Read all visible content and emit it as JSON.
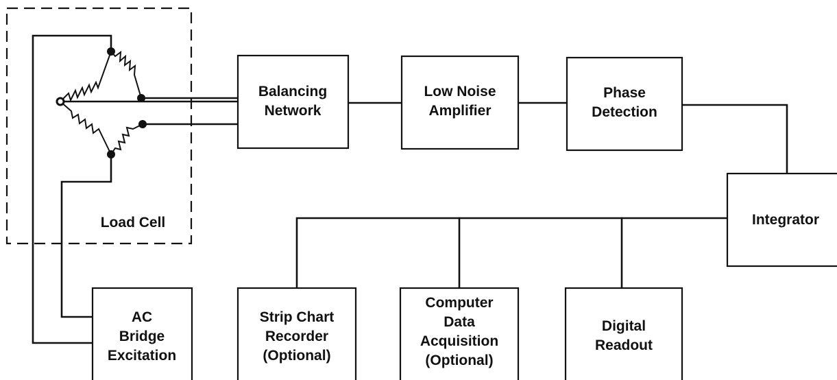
{
  "load_cell": {
    "label": "Load Cell"
  },
  "blocks": {
    "balancing_network": [
      "Balancing",
      "Network"
    ],
    "low_noise_amplifier": [
      "Low Noise",
      "Amplifier"
    ],
    "phase_detection": [
      "Phase",
      "Detection"
    ],
    "integrator": [
      "Integrator"
    ],
    "ac_bridge_excitation": [
      "AC",
      "Bridge",
      "Excitation"
    ],
    "strip_chart_recorder": [
      "Strip Chart",
      "Recorder",
      "(Optional)"
    ],
    "computer_data_acquisition": [
      "Computer",
      "Data",
      "Acquisition",
      "(Optional)"
    ],
    "digital_readout": [
      "Digital",
      "Readout"
    ]
  }
}
